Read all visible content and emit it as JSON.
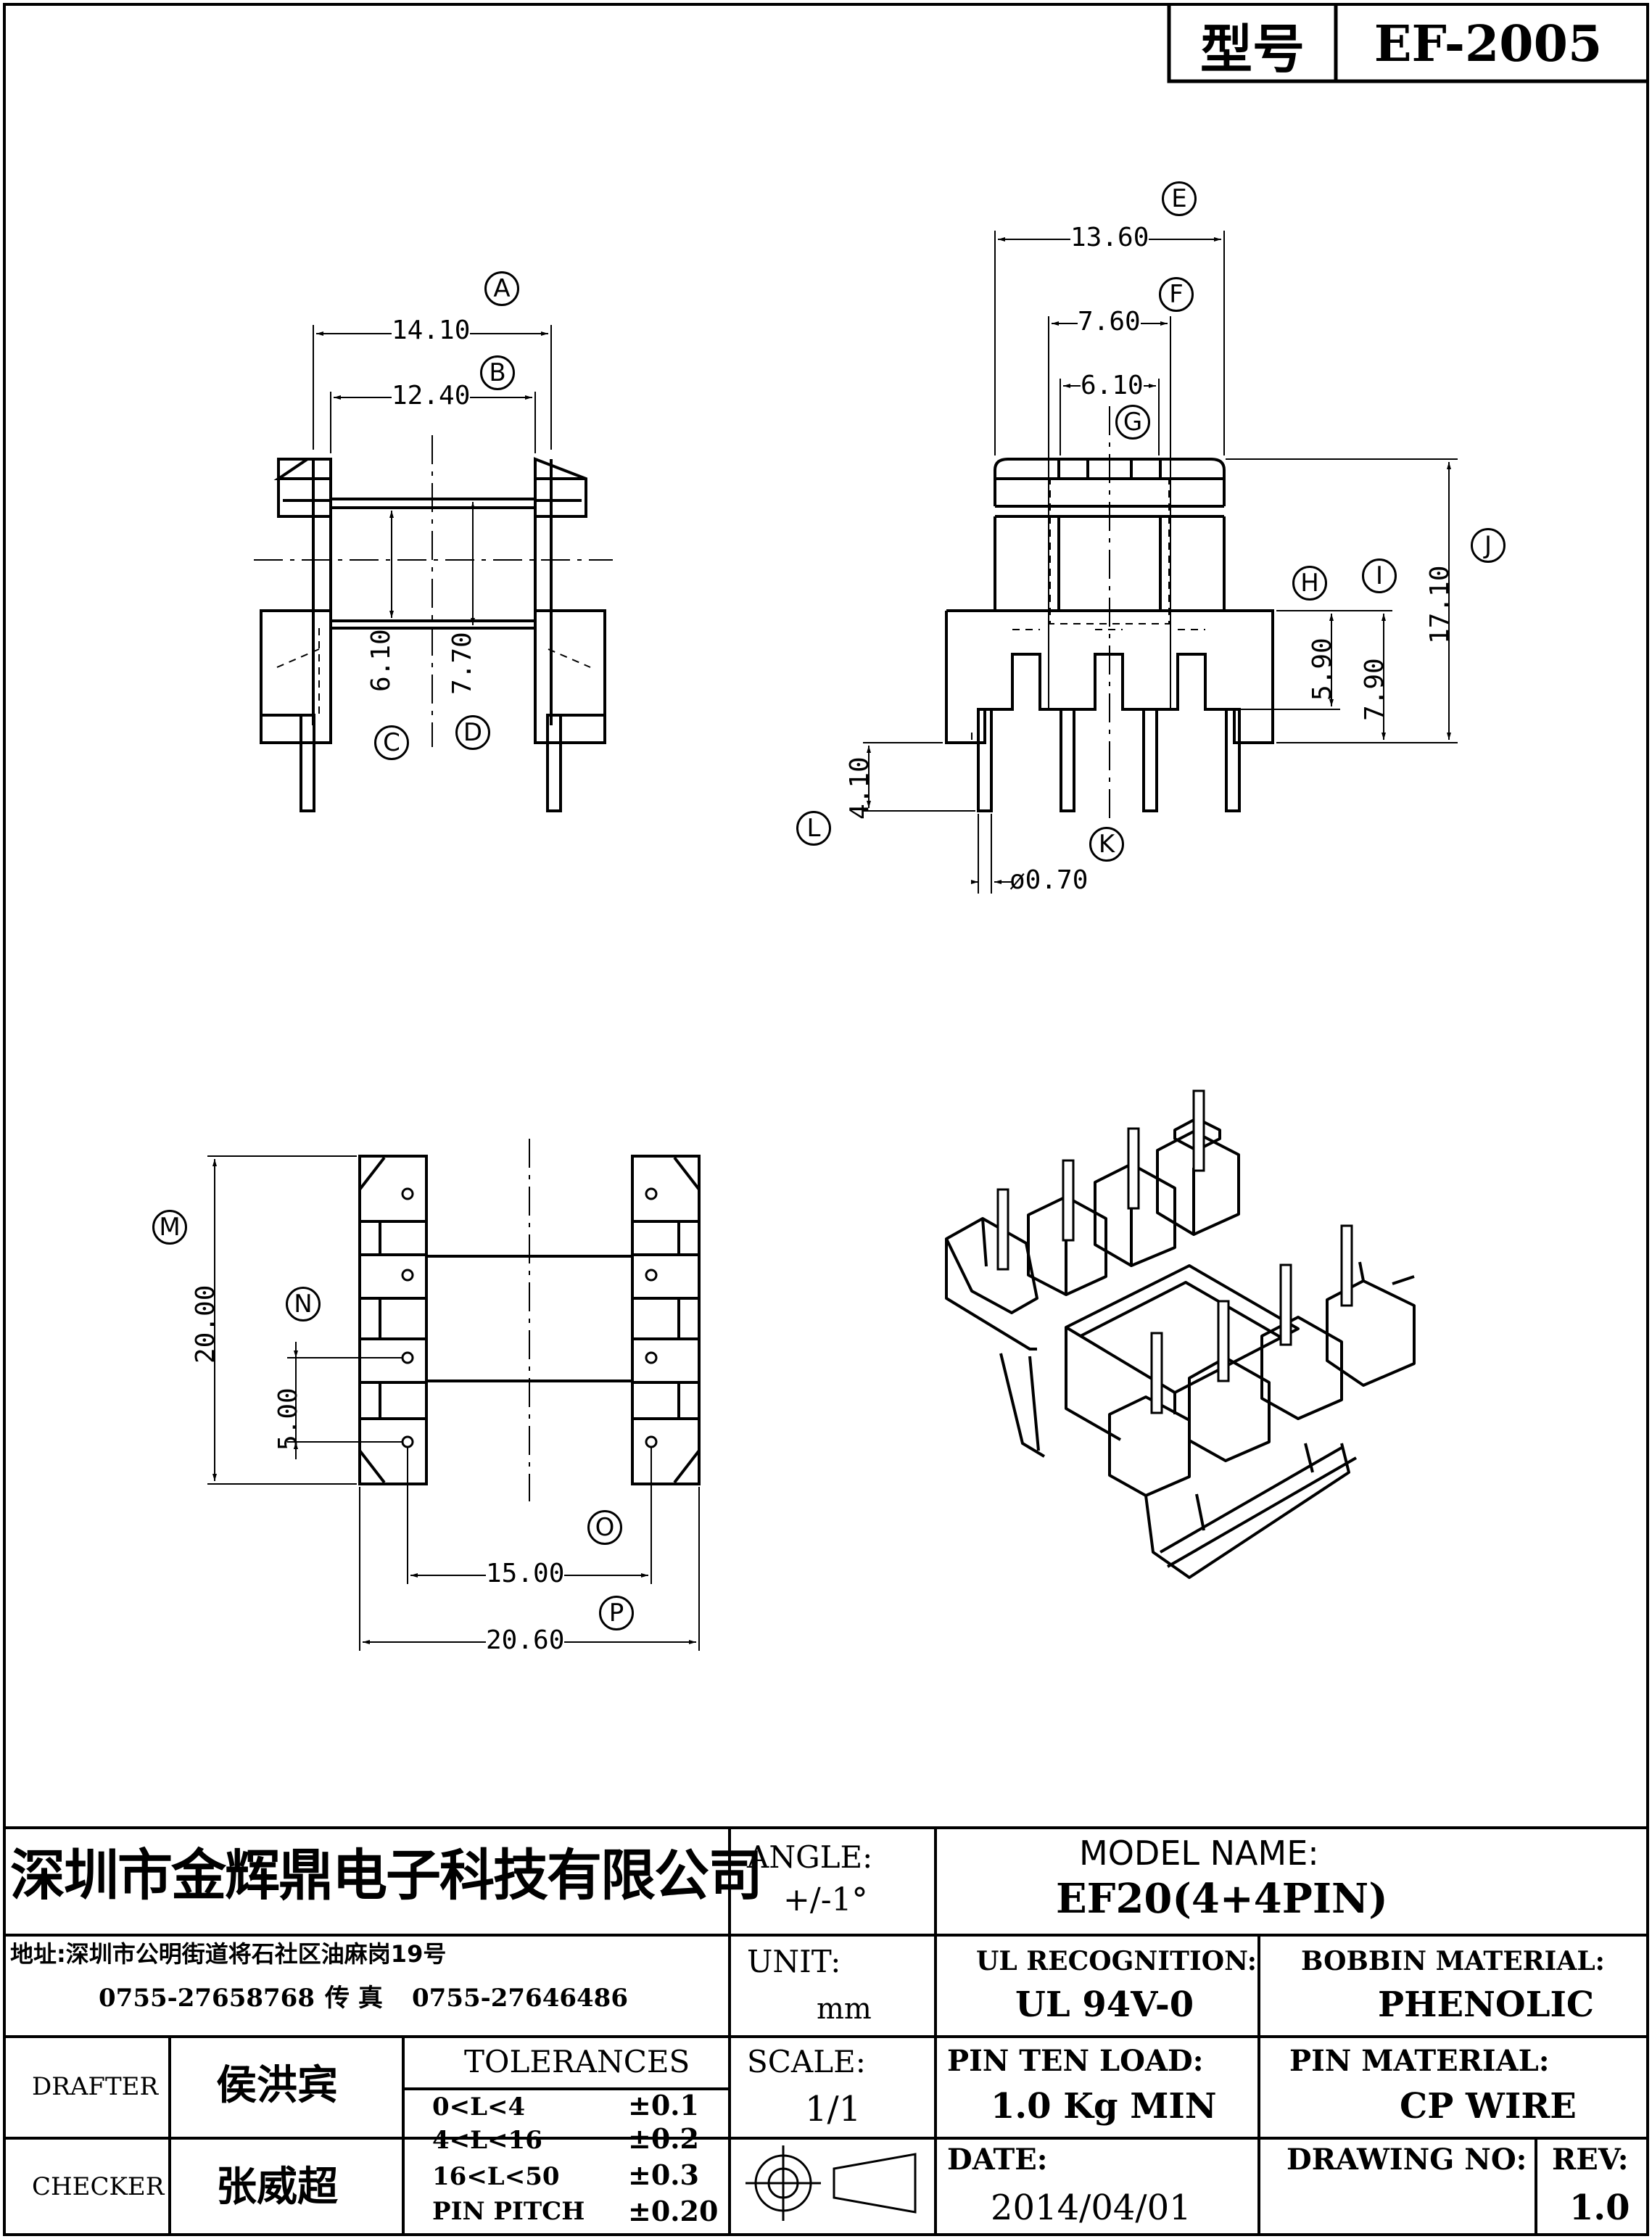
{
  "header": {
    "type_label": "型号",
    "model_code": "EF-2005"
  },
  "dimensions": {
    "A": "14.10",
    "B": "12.40",
    "C": "6.10",
    "D": "7.70",
    "E": "13.60",
    "F": "7.60",
    "G": "6.10",
    "H": "5.90",
    "I": "7.90",
    "J": "17.10",
    "K": "ø0.70",
    "L": "4.10",
    "M": "20.00",
    "N": "5.00",
    "O": "15.00",
    "P": "20.60"
  },
  "callouts": [
    "A",
    "B",
    "C",
    "D",
    "E",
    "F",
    "G",
    "H",
    "I",
    "J",
    "K",
    "L",
    "M",
    "N",
    "O",
    "P"
  ],
  "title_block": {
    "company": "深圳市金辉鼎电子科技有限公司",
    "address": "地址:深圳市公明街道将石社区油麻岗19号",
    "phone": "0755-27658768",
    "fax_label": "传 真",
    "fax": "0755-27646486",
    "angle_label": "ANGLE:",
    "angle_value": "+/-1°",
    "model_name_label": "MODEL NAME:",
    "model_name": "EF20(4+4PIN)",
    "unit_label": "UNIT:",
    "unit_value": "mm",
    "ul_label": "UL RECOGNITION:",
    "ul_value": "UL 94V-0",
    "bobbin_label": "BOBBIN MATERIAL:",
    "bobbin_value": "PHENOLIC",
    "drafter_label": "DRAFTER",
    "drafter_name": "侯洪宾",
    "checker_label": "CHECKER",
    "checker_name": "张威超",
    "tolerances_label": "TOLERANCES",
    "tolerances": [
      {
        "range": "0<L<4",
        "value": "±0.1"
      },
      {
        "range": "4<L<16",
        "value": "±0.2"
      },
      {
        "range": "16<L<50",
        "value": "±0.3"
      },
      {
        "range": "PIN PITCH",
        "value": "±0.20"
      }
    ],
    "scale_label": "SCALE:",
    "scale_value": "1/1",
    "pin_load_label": "PIN TEN LOAD:",
    "pin_load_value": "1.0 Kg MIN",
    "pin_material_label": "PIN MATERIAL:",
    "pin_material_value": "CP WIRE",
    "date_label": "DATE:",
    "date_value": "2014/04/01",
    "drawing_no_label": "DRAWING NO:",
    "rev_label": "REV:",
    "rev_value": "1.0"
  }
}
